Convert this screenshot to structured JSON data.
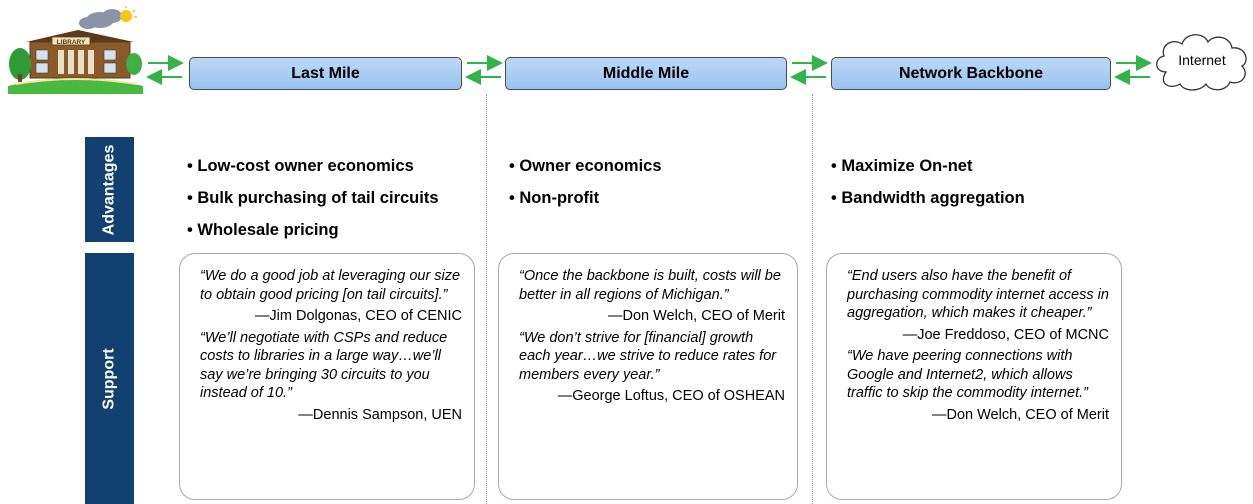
{
  "stages": [
    {
      "label": "Last Mile"
    },
    {
      "label": "Middle Mile"
    },
    {
      "label": "Network Backbone"
    }
  ],
  "library_icon": {
    "icon": "library-building-icon",
    "sign": "LIBRARY"
  },
  "internet": {
    "label": "Internet",
    "icon": "cloud-icon"
  },
  "rows": {
    "advantages_label": "Advantages",
    "support_label": "Support"
  },
  "advantages": [
    [
      "Low-cost owner economics",
      "Bulk purchasing of tail circuits",
      "Wholesale pricing"
    ],
    [
      "Owner economics",
      "Non-profit"
    ],
    [
      "Maximize On-net",
      "Bandwidth aggregation"
    ]
  ],
  "support": [
    [
      {
        "quote": "“We do a good job at leveraging our size to obtain good pricing [on tail circuits].”",
        "attribution": "—Jim Dolgonas, CEO of CENIC"
      },
      {
        "quote": "“We’ll negotiate with CSPs and reduce costs to libraries in a large way…we’ll say we’re bringing 30 circuits to you instead of 10.”",
        "attribution": "—Dennis Sampson, UEN"
      }
    ],
    [
      {
        "quote": "“Once the backbone is built, costs will be better in all regions of Michigan.”",
        "attribution": "—Don Welch, CEO of Merit"
      },
      {
        "quote": "“We don’t strive for [financial] growth each year…we strive to reduce rates for members every year.”",
        "attribution": "—George Loftus, CEO of OSHEAN"
      }
    ],
    [
      {
        "quote": "“End users also have the benefit of purchasing commodity internet access in aggregation, which makes it cheaper.”",
        "attribution": "—Joe Freddoso, CEO of MCNC"
      },
      {
        "quote": "“We have peering connections with Google and Internet2, which allows traffic to skip the commodity internet.”",
        "attribution": "—Don Welch, CEO of Merit"
      }
    ]
  ],
  "colors": {
    "stage_fill": "#9cc3ef",
    "label_fill": "#12406f",
    "arrow": "#2fb34a"
  }
}
